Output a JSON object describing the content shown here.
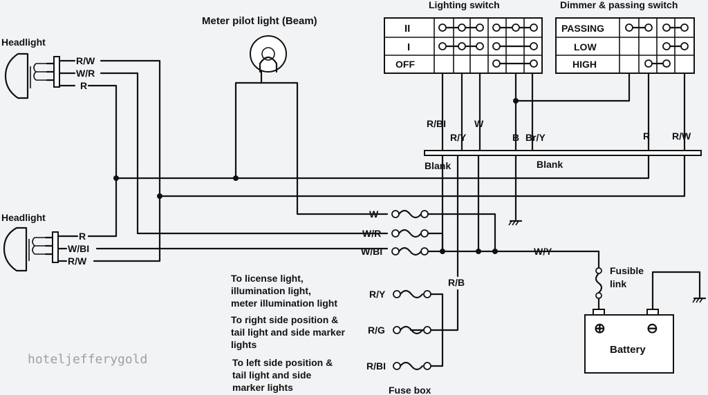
{
  "labels": {
    "meter_pilot": "Meter pilot light (Beam)",
    "lighting_switch": "Lighting switch",
    "dimmer_switch": "Dimmer & passing switch",
    "headlight_top": "Headlight",
    "headlight_bottom": "Headlight",
    "blank_left": "Blank",
    "blank_right": "Blank",
    "fusible_link_1": "Fusible",
    "fusible_link_2": "link",
    "battery": "Battery",
    "fuse_box": "Fuse box",
    "plus": "⊕",
    "minus": "⊖"
  },
  "lighting_switch_rows": [
    "II",
    "I",
    "OFF"
  ],
  "dimmer_switch_rows": [
    "PASSING",
    "LOW",
    "HIGH"
  ],
  "wire_labels": {
    "top_rw": "R/W",
    "top_wr": "W/R",
    "top_r": "R",
    "bot_r": "R",
    "bot_wbl": "W/BI",
    "bot_rw": "R/W",
    "sw_rbl": "R/BI",
    "sw_ry": "R/Y",
    "sw_w": "W",
    "sw_b": "B",
    "sw_bry": "Br/Y",
    "sw_r": "R",
    "sw_rw": "R/W",
    "fuse_w": "W",
    "fuse_wr": "W/R",
    "fuse_wbl": "W/BI",
    "wy": "W/Y",
    "rb": "R/B",
    "fuse_ry": "R/Y",
    "fuse_rg": "R/G",
    "fuse_rbl": "R/BI"
  },
  "notes": {
    "license_1": "To license light,",
    "license_2": "illumination light,",
    "license_3": "meter illumination light",
    "right_1": "To right side position &",
    "right_2": "tail light and side marker",
    "right_3": "lights",
    "left_1": "To left side position &",
    "left_2": "tail light and side",
    "left_3": "marker lights"
  },
  "watermark": "hoteljefferygold"
}
